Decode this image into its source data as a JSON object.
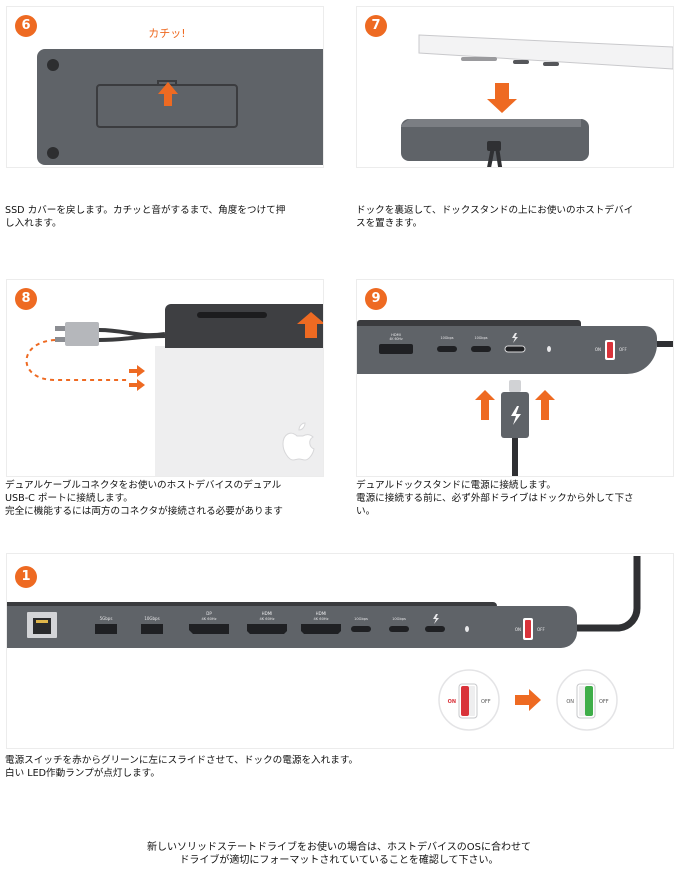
{
  "steps": [
    {
      "number": "6",
      "callout": "カチッ!",
      "caption_lines": [
        "SSD カバーを戻します。カチッと音がするまで、角度をつけて押",
        "し入れます。"
      ]
    },
    {
      "number": "7",
      "caption_lines": [
        "ドックを裏返して、ドックスタンドの上にお使いのホストデバイ",
        "スを置きます。"
      ]
    },
    {
      "number": "8",
      "caption_lines": [
        "デュアルケーブルコネクタをお使いのホストデバイスのデュアル",
        "USB-C ポートに接続します。",
        "完全に機能するには両方のコネクタが接続される必要があります"
      ]
    },
    {
      "number": "9",
      "caption_lines": [
        "デュアルドックスタンドに電源に接続します。",
        "電源に接続する前に、必ず外部ドライブはドックから外して下さ",
        "い。"
      ]
    },
    {
      "number": "1",
      "caption_lines": [
        "電源スイッチを赤からグリーンに左にスライドさせて、ドックの電源を入れます。",
        "白い LED作動ランプが点灯します。"
      ]
    }
  ],
  "port_labels": {
    "usb_a_1": "5Gbps",
    "usb_a_2": "10Gbps",
    "dp": "DP",
    "dp_sub": "4K 60Hz",
    "hdmi": "HDMI",
    "hdmi_sub": "4K 60Hz",
    "usbc_1": "10Gbps",
    "usbc_2": "10Gbps"
  },
  "switch_labels": {
    "on": "ON",
    "off": "OFF"
  },
  "footer_note_lines": [
    "新しいソリッドステートドライブをお使いの場合は、ホストデバイスのOSに合わせて",
    "ドライブが適切にフォーマットされていていることを確認して下さい。"
  ],
  "colors": {
    "accent": "#ee6a22",
    "dock": "#5f6368",
    "dock_dark": "#3a3b3e",
    "switch_red": "#d9333a",
    "switch_green": "#3fae49"
  }
}
